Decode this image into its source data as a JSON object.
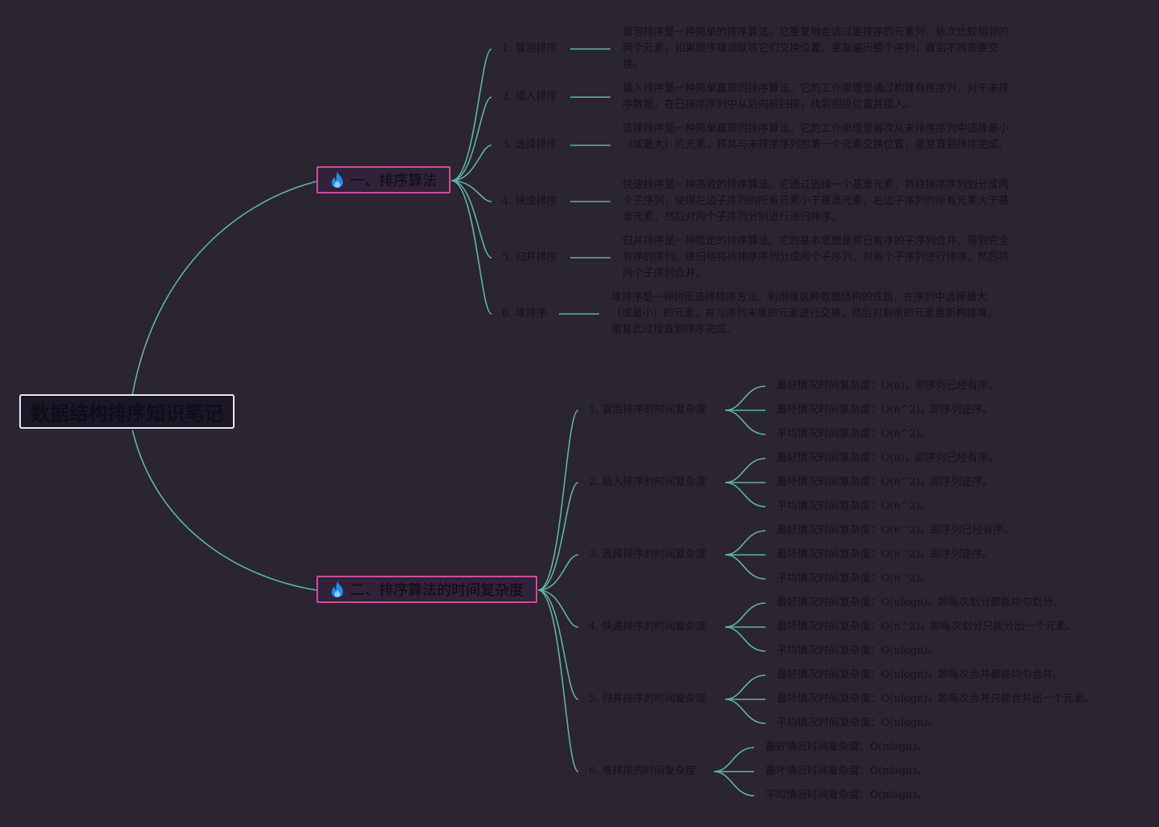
{
  "root": {
    "title": "数据结构排序知识笔记"
  },
  "branch1": {
    "title": "一、排序算法",
    "icon": "fire-icon",
    "items": [
      {
        "label": "1. 冒泡排序",
        "desc": "冒泡排序是一种简单的排序算法。它重复地走访过要排序的元素列，依次比较相邻的两个元素，如果顺序错误就将它们交换位置。重复遍历整个序列，直到不再需要交换。"
      },
      {
        "label": "2. 插入排序",
        "desc": "插入排序是一种简单直观的排序算法。它的工作原理是通过构建有序序列，对于未排序数据，在已排序序列中从后向前扫描，找到相应位置并插入。"
      },
      {
        "label": "3. 选择排序",
        "desc": "选择排序是一种简单直观的排序算法。它的工作原理是每次从未排序序列中选择最小（或最大）的元素，将其与未排序序列的第一个元素交换位置，重复直到排序完成。"
      },
      {
        "label": "4. 快速排序",
        "desc": "快速排序是一种高效的排序算法。它通过选择一个基准元素，将待排序序列划分成两个子序列，使得左边子序列的所有元素小于基准元素，右边子序列的所有元素大于基准元素，然后对两个子序列分别进行递归排序。"
      },
      {
        "label": "5. 归并排序",
        "desc": "归并排序是一种稳定的排序算法。它的基本思想是将已有序的子序列合并，得到完全有序的序列。递归地将待排序序列分成两个子序列，对每个子序列进行排序，然后将两个子序列合并。"
      },
      {
        "label": "6. 堆排序",
        "desc": "堆排序是一种树形选择排序方法。利用堆这种数据结构的性质，在序列中选择最大（或最小）的元素，并与序列末尾的元素进行交换，然后对剩余的元素重新构建堆，重复此过程直到排序完成。"
      }
    ]
  },
  "branch2": {
    "title": "二、排序算法的时间复杂度",
    "icon": "fire-icon",
    "items": [
      {
        "label": "1. 冒泡排序的时间复杂度",
        "leaves": [
          "最好情况时间复杂度：O(n)，即序列已经有序。",
          "最坏情况时间复杂度：O(n^2)，即序列逆序。",
          "平均情况时间复杂度：O(n^2)。"
        ]
      },
      {
        "label": "2. 插入排序的时间复杂度",
        "leaves": [
          "最好情况时间复杂度：O(n)，即序列已经有序。",
          "最坏情况时间复杂度：O(n^2)，即序列逆序。",
          "平均情况时间复杂度：O(n^2)。"
        ]
      },
      {
        "label": "3. 选择排序的时间复杂度",
        "leaves": [
          "最好情况时间复杂度：O(n^2)，即序列已经有序。",
          "最坏情况时间复杂度：O(n^2)，即序列逆序。",
          "平均情况时间复杂度：O(n^2)。"
        ]
      },
      {
        "label": "4. 快速排序的时间复杂度",
        "leaves": [
          "最好情况时间复杂度：O(nlogn)，即每次划分都能均匀划分。",
          "最坏情况时间复杂度：O(n^2)，即每次划分只能分出一个元素。",
          "平均情况时间复杂度：O(nlogn)。"
        ]
      },
      {
        "label": "5. 归并排序的时间复杂度",
        "leaves": [
          "最好情况时间复杂度：O(nlogn)，即每次合并都能均匀合并。",
          "最坏情况时间复杂度：O(nlogn)，即每次合并只能合并出一个元素。",
          "平均情况时间复杂度：O(nlogn)。"
        ]
      },
      {
        "label": "6. 堆排序的时间复杂度",
        "leaves": [
          "最好情况时间复杂度：O(nlogn)。",
          "最坏情况时间复杂度：O(nlogn)。",
          "平均情况时间复杂度：O(nlogn)。"
        ]
      }
    ]
  },
  "colors": {
    "background": "#2a2530",
    "link": "#5fb3a3",
    "branch_border": "#d24a9a",
    "root_border": "#e6e6f0",
    "text": "#15121b"
  }
}
